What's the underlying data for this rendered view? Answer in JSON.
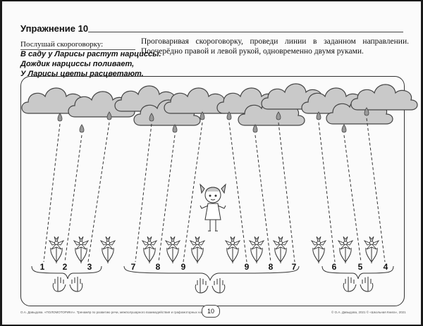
{
  "header": {
    "title": "Упражнение 10"
  },
  "intro": {
    "listen_label": "Послушай скороговорку:",
    "rhyme_lines": [
      "В саду у Ларисы растут нарциссы.",
      "Дождик нарциссы поливает,",
      "У Ларисы цветы расцветают."
    ],
    "instruction": "Проговаривая скороговорку, проведи линии в заданном направлении. Поочерёдно правой и левой рукой, одновременно двумя руками."
  },
  "groups": [
    {
      "numbers": [
        "1",
        "2",
        "3"
      ]
    },
    {
      "numbers": [
        "7",
        "8",
        "9"
      ]
    },
    {
      "numbers": [
        "9",
        "8",
        "7"
      ]
    },
    {
      "numbers": [
        "6",
        "5",
        "4"
      ]
    }
  ],
  "footer": {
    "left": "О.А. Давыдова. «ПОЛОМОТОРИКА». Тренажёр по развитию речи, межполушарного взаимодействия и графомоторных навыков",
    "page": "10",
    "right": "© О.А. Давыдова, 2021 © «Школьная Книга», 2021"
  },
  "colors": {
    "cloud": "#c9c9c9",
    "drop": "#9a9a9a",
    "frame": "#333333"
  }
}
